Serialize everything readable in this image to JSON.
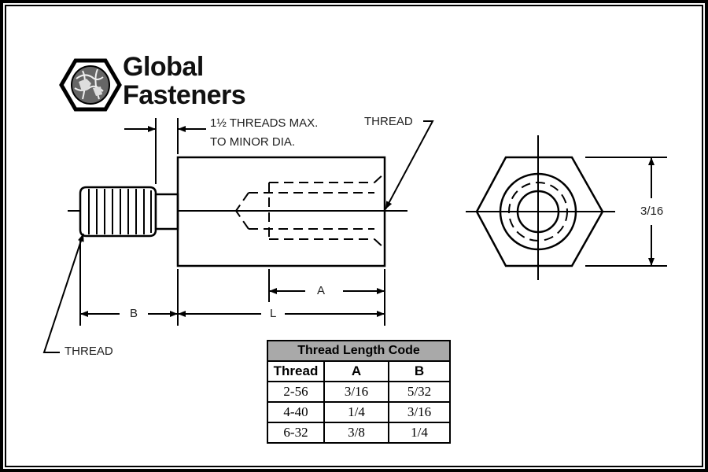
{
  "logo": {
    "line1": "Global",
    "line2": "Fasteners",
    "icon": "hex-globe-icon"
  },
  "labels": {
    "threads_max_line1": "1½ THREADS MAX.",
    "threads_max_line2": "TO MINOR DIA.",
    "thread_top": "THREAD",
    "thread_bottom": "THREAD",
    "dim_a": "A",
    "dim_b": "B",
    "dim_l": "L",
    "dim_hex": "3/16"
  },
  "table": {
    "title": "Thread Length Code",
    "headers": [
      "Thread",
      "A",
      "B"
    ],
    "rows": [
      [
        "2-56",
        "3/16",
        "5/32"
      ],
      [
        "4-40",
        "1/4",
        "3/16"
      ],
      [
        "6-32",
        "3/8",
        "1/4"
      ]
    ]
  }
}
